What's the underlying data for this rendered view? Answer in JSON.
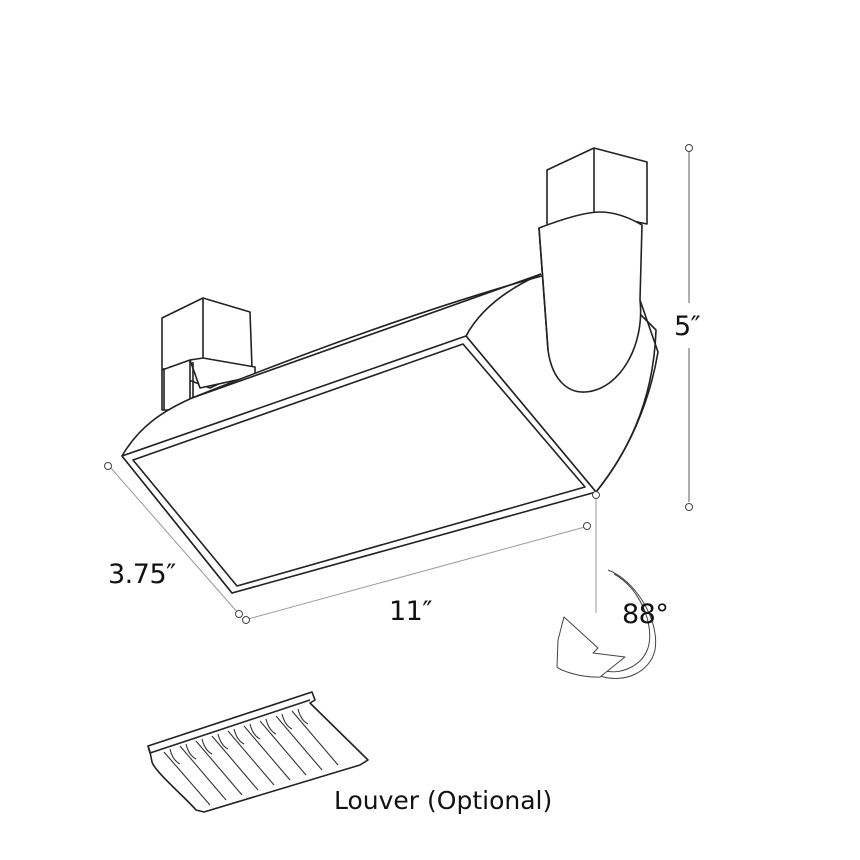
{
  "diagram": {
    "subject": "track light fixture line drawing",
    "dimensions": {
      "height": "5″",
      "depth": "3.75″",
      "length": "11″",
      "rotation": "88°"
    },
    "accessory": {
      "label": "Louver (Optional)"
    },
    "colors": {
      "line": "#222222",
      "dimension_line": "#9a9a9a",
      "background": "#ffffff"
    }
  }
}
